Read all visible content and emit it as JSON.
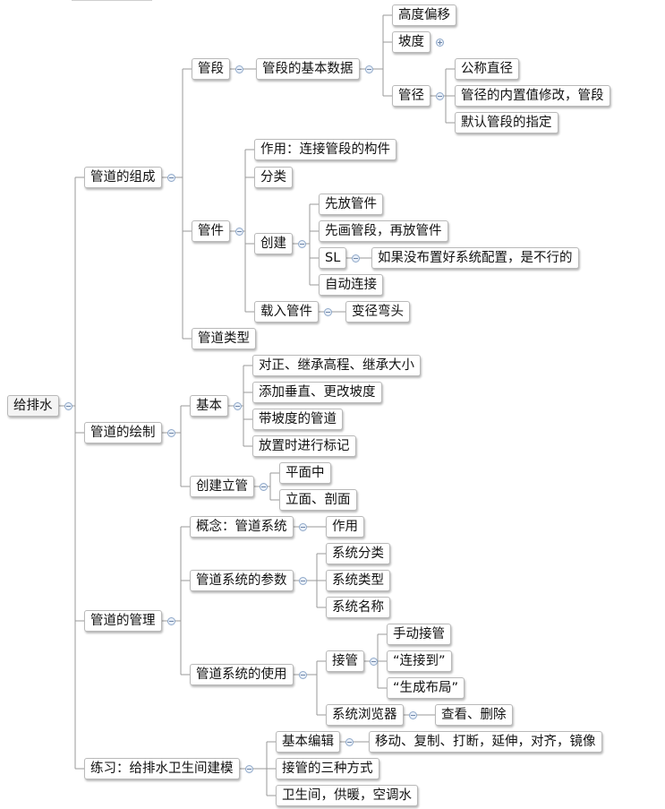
{
  "mindmap": {
    "text": "给排水",
    "children": [
      {
        "text": "管道的组成",
        "children": [
          {
            "text": "管段",
            "children": [
              {
                "text": "管段的基本数据",
                "children": [
                  {
                    "text": "高度偏移"
                  },
                  {
                    "text": "坡度",
                    "collapsed": true
                  },
                  {
                    "text": "管径",
                    "children": [
                      {
                        "text": "公称直径"
                      },
                      {
                        "text": "管径的内置值修改，管段"
                      },
                      {
                        "text": "默认管段的指定"
                      }
                    ]
                  }
                ]
              }
            ]
          },
          {
            "text": "管件",
            "children": [
              {
                "text": "作用：连接管段的构件"
              },
              {
                "text": "分类"
              },
              {
                "text": "创建",
                "children": [
                  {
                    "text": "先放管件"
                  },
                  {
                    "text": "先画管段，再放管件"
                  },
                  {
                    "text": "SL",
                    "children": [
                      {
                        "text": "如果没布置好系统配置，是不行的"
                      }
                    ]
                  },
                  {
                    "text": "自动连接"
                  }
                ]
              },
              {
                "text": "载入管件",
                "children": [
                  {
                    "text": "变径弯头"
                  }
                ]
              }
            ]
          },
          {
            "text": "管道类型"
          }
        ]
      },
      {
        "text": "管道的绘制",
        "children": [
          {
            "text": "基本",
            "children": [
              {
                "text": "对正、继承高程、继承大小"
              },
              {
                "text": "添加垂直、更改坡度"
              },
              {
                "text": "带坡度的管道"
              },
              {
                "text": "放置时进行标记"
              }
            ]
          },
          {
            "text": "创建立管",
            "children": [
              {
                "text": "平面中"
              },
              {
                "text": "立面、剖面"
              }
            ]
          }
        ]
      },
      {
        "text": "管道的管理",
        "children": [
          {
            "text": "概念：管道系统",
            "children": [
              {
                "text": "作用"
              }
            ]
          },
          {
            "text": "管道系统的参数",
            "children": [
              {
                "text": "系统分类"
              },
              {
                "text": "系统类型"
              },
              {
                "text": "系统名称"
              }
            ]
          },
          {
            "text": "管道系统的使用",
            "children": [
              {
                "text": "接管",
                "children": [
                  {
                    "text": "手动接管"
                  },
                  {
                    "text": "“连接到”"
                  },
                  {
                    "text": "“生成布局”"
                  }
                ]
              },
              {
                "text": "系统浏览器",
                "children": [
                  {
                    "text": "查看、删除"
                  }
                ]
              }
            ]
          }
        ]
      },
      {
        "text": "练习：给排水卫生间建模",
        "children": [
          {
            "text": "基本编辑",
            "children": [
              {
                "text": "移动、复制、打断，延伸，对齐，镜像"
              }
            ]
          },
          {
            "text": "接管的三种方式"
          },
          {
            "text": "卫生间，供暖，空调水"
          }
        ]
      }
    ]
  },
  "colors": {
    "line": "#9a9a9a",
    "border": "#b9b9b9",
    "toggle": "#8fa8c8"
  }
}
